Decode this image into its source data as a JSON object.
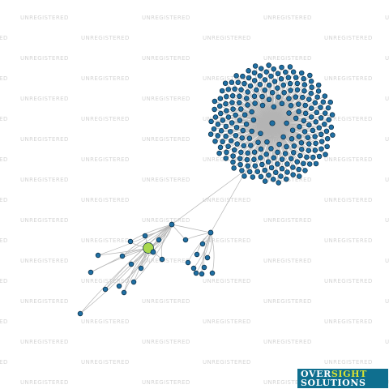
{
  "watermark": {
    "text": "UNREGISTERED",
    "color": "#d4d4d4"
  },
  "network": {
    "node_color": "#1f6fa3",
    "node_stroke": "#0a2a40",
    "focus_node_color": "#a8d84e",
    "edge_color": "#b4b4b4",
    "hub_count": 1,
    "hub_leaf_count": 233,
    "left_cluster_node_count": 15,
    "right_cluster_node_count": 10
  },
  "logo": {
    "line1_part1": "OVER",
    "line1_part2": "SIGHT",
    "line2": "SOLUTIONS",
    "bg_color": "#0f6f8f",
    "accent_color": "#d8e232"
  }
}
